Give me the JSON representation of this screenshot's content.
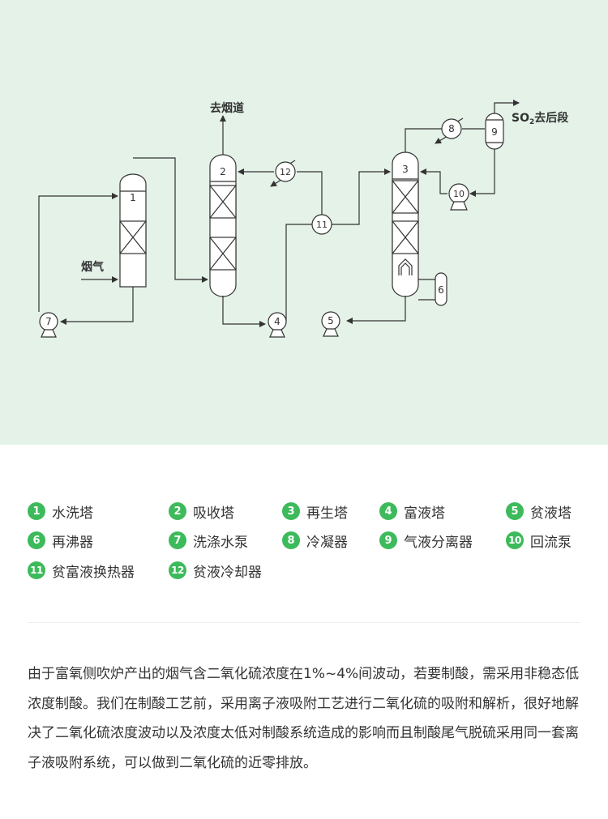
{
  "diagram": {
    "label_flue": "去烟道",
    "label_so2_a": "SO",
    "label_so2_sub": "2",
    "label_so2_b": "去后段",
    "label_fluegas": "烟气",
    "tower_numbers": [
      "1",
      "2",
      "3"
    ],
    "equipment_numbers": [
      "4",
      "5",
      "6",
      "7",
      "8",
      "9",
      "10",
      "11",
      "12"
    ]
  },
  "legend": [
    {
      "num": "1",
      "label": "水洗塔"
    },
    {
      "num": "2",
      "label": "吸收塔"
    },
    {
      "num": "3",
      "label": "再生塔"
    },
    {
      "num": "4",
      "label": "富液塔"
    },
    {
      "num": "5",
      "label": "贫液塔"
    },
    {
      "num": "6",
      "label": "再沸器"
    },
    {
      "num": "7",
      "label": "洗涤水泵"
    },
    {
      "num": "8",
      "label": "冷凝器"
    },
    {
      "num": "9",
      "label": "气液分离器"
    },
    {
      "num": "10",
      "label": "回流泵"
    },
    {
      "num": "11",
      "label": "贫富液换热器"
    },
    {
      "num": "12",
      "label": "贫液冷却器"
    }
  ],
  "description": "由于富氧侧吹炉产出的烟气含二氧化硫浓度在1%~4%间波动，若要制酸，需采用非稳态低浓度制酸。我们在制酸工艺前，采用离子液吸附工艺进行二氧化硫的吸附和解析，很好地解决了二氧化硫浓度波动以及浓度太低对制酸系统造成的影响而且制酸尾气脱硫采用同一套离子液吸附系统，可以做到二氧化硫的近零排放。",
  "colors": {
    "panel_bg": "#e4f2e8",
    "accent": "#3dba5b",
    "line": "#333333"
  }
}
